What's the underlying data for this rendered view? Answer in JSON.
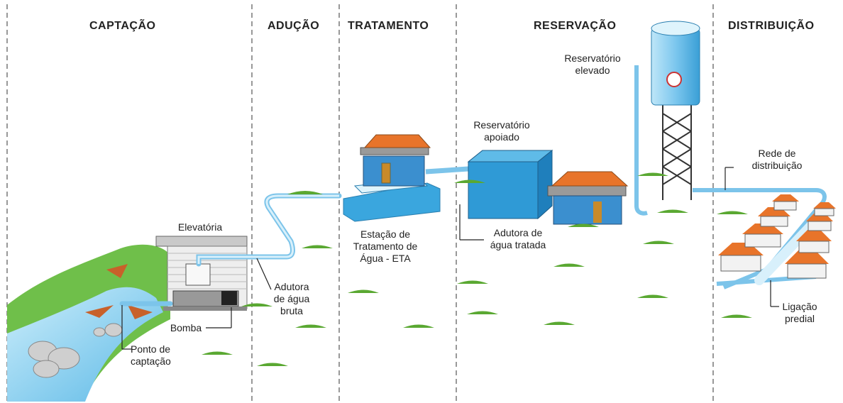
{
  "stages": {
    "captacao": "CAPTAÇÃO",
    "aducao": "ADUÇÃO",
    "tratamento": "TRATAMENTO",
    "reservacao": "RESERVAÇÃO",
    "distribuicao": "DISTRIBUIÇÃO"
  },
  "labels": {
    "elevatoria": "Elevatória",
    "bomba": "Bomba",
    "ponto_captacao_1": "Ponto de",
    "ponto_captacao_2": "captação",
    "adutora_bruta_1": "Adutora",
    "adutora_bruta_2": "de água",
    "adutora_bruta_3": "bruta",
    "eta_1": "Estação de",
    "eta_2": "Tratamento de",
    "eta_3": "Água - ETA",
    "reservatorio_apoiado_1": "Reservatório",
    "reservatorio_apoiado_2": "apoiado",
    "adutora_tratada_1": "Adutora de",
    "adutora_tratada_2": "água tratada",
    "reservatorio_elevado_1": "Reservatório",
    "reservatorio_elevado_2": "elevado",
    "rede_1": "Rede de",
    "rede_2": "distribuição",
    "ligacao_1": "Ligação",
    "ligacao_2": "predial"
  },
  "colors": {
    "water": "#3fa9df",
    "roof": "#e8742a",
    "grass": "#5aa832",
    "pipe": "#bfe3f5"
  }
}
